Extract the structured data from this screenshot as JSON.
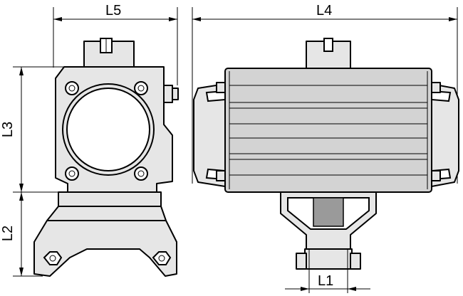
{
  "dimensions": {
    "l5": "L5",
    "l4": "L4",
    "l3": "L3",
    "l2": "L2",
    "l1": "L1"
  },
  "colors": {
    "line": "#000000",
    "body_fill": "#d3d3d3",
    "background": "#ffffff"
  }
}
